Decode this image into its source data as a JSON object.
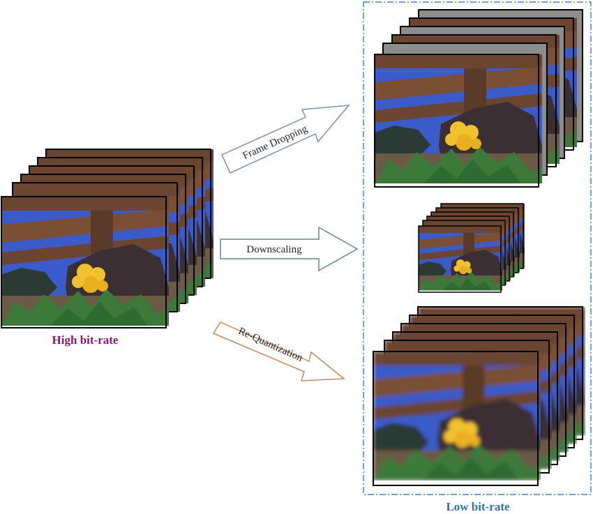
{
  "labels": {
    "high": "High bit-rate",
    "low": "Low bit-rate"
  },
  "arrows": {
    "frame_dropping": "Frame Dropping",
    "downscaling": "Downscaling",
    "requantization": "Re-Quantization"
  },
  "colors": {
    "high_label": "#8b1a6b",
    "low_label": "#2e6fb5",
    "dashed_box": "#3a86c8",
    "frame_dropping_arrow": "#7b8db0",
    "downscaling_arrow": "#5f8a7a",
    "requantization_arrow": "#c08a5a",
    "dropped_frame_fill": "#8c8c8c",
    "sky": "#3b5bc9",
    "fence": "#6b4530",
    "rock": "#3a2f33",
    "ground": "#6b5a45",
    "fern": "#3d7a3a",
    "flower": "#f2c12e"
  },
  "icons": [
    "video-frame-stack",
    "right-arrow"
  ]
}
